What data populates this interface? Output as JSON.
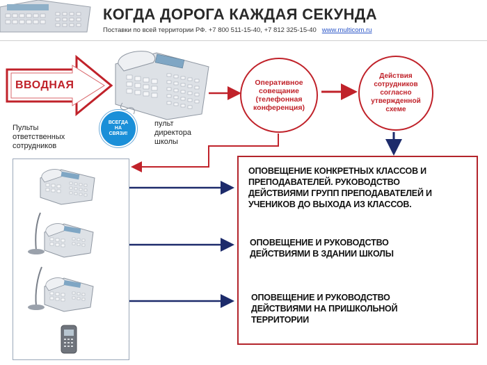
{
  "header": {
    "title": "КОГДА ДОРОГА КАЖДАЯ СЕКУНДА",
    "contacts": "Поставки по всей территории  РФ. +7 800 511-15-40,  +7 812 325-15-40",
    "url": "www.multicom.ru"
  },
  "diagram": {
    "intro_arrow": "ВВОДНАЯ",
    "badge": [
      "ВСЕГДА",
      "НА",
      "СВЯЗИ!"
    ],
    "director_label": [
      "пульт",
      "директора",
      "школы"
    ],
    "staff_label": [
      "Пульты",
      "ответственных",
      "сотрудников"
    ],
    "meeting": [
      "Оперативное",
      "совещание",
      "(телефонная",
      "конференция)"
    ],
    "actions": [
      "Действия",
      "сотрудников",
      "согласно",
      "утвержденной",
      "схеме"
    ],
    "notifications": [
      [
        "ОПОВЕЩЕНИЕ КОНКРЕТНЫХ КЛАССОВ И",
        "ПРЕПОДАВАТЕЛЕЙ. РУКОВОДСТВО",
        "ДЕЙСТВИЯМИ ГРУПП ПРЕПОДАВАТЕЛЕЙ И",
        "УЧЕНИКОВ  ДО ВЫХОДА ИЗ КЛАССОВ."
      ],
      [
        "ОПОВЕЩЕНИЕ И РУКОВОДСТВО",
        "ДЕЙСТВИЯМИ В ЗДАНИИ ШКОЛЫ"
      ],
      [
        "ОПОВЕЩЕНИЕ И РУКОВОДСТВО",
        "ДЕЙСТВИЯМИ НА ПРИШКОЛЬНОЙ",
        "ТЕРРИТОРИИ"
      ]
    ]
  },
  "colors": {
    "accent_red": "#c0222a",
    "arrow_blue": "#1d2b6b",
    "badge_blue": "#1a8fd8"
  },
  "icons": [
    "desk-phone-icon",
    "gooseneck-microphone-icon",
    "cordless-handset-icon"
  ]
}
